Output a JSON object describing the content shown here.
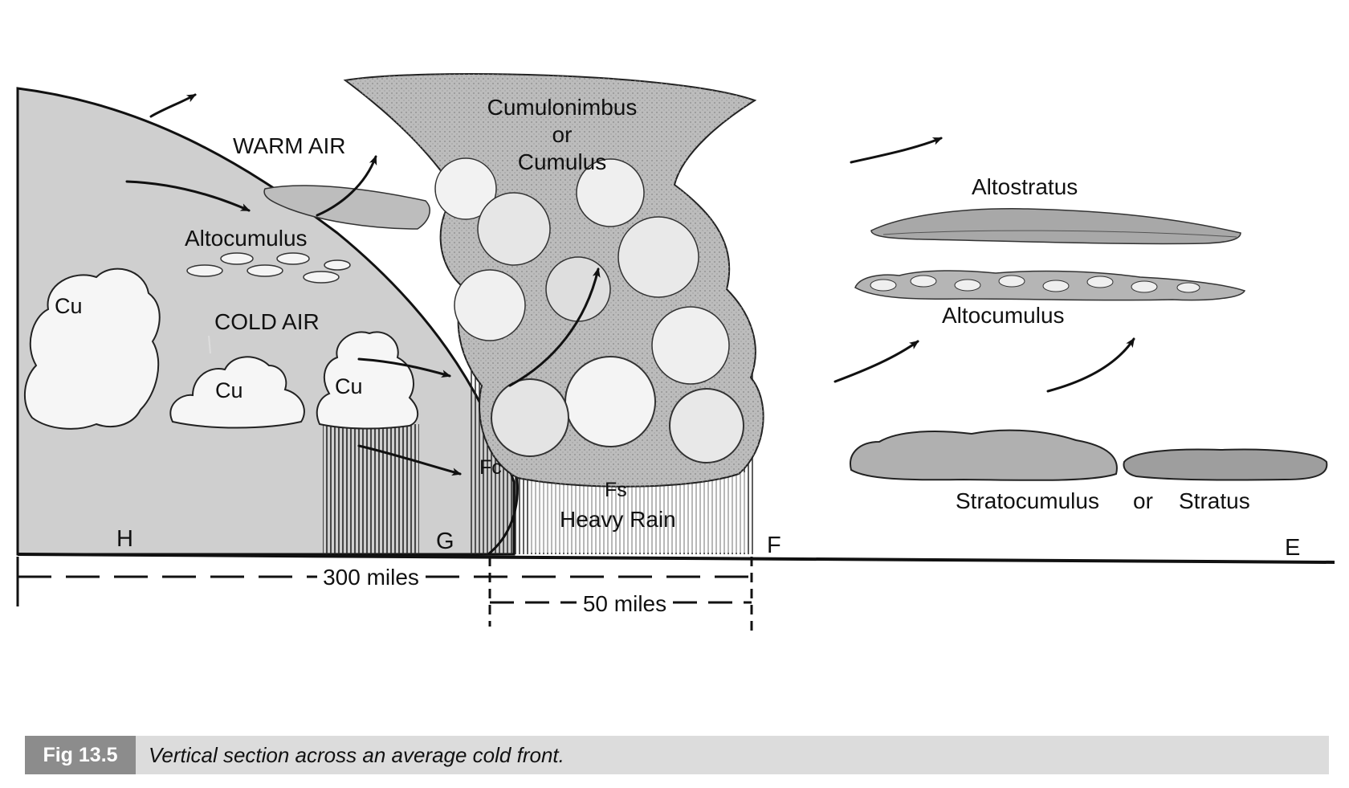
{
  "labels": {
    "warm_air": "WARM AIR",
    "cold_air": "COLD AIR",
    "altocumulus_left": "Altocumulus",
    "cumulonimbus": "Cumulonimbus",
    "or_1": "or",
    "cumulus": "Cumulus",
    "altostratus": "Altostratus",
    "altocumulus_right": "Altocumulus",
    "stratocumulus": "Stratocumulus",
    "or_2": "or",
    "stratus": "Stratus",
    "cu_1": "Cu",
    "cu_2": "Cu",
    "cu_3": "Cu",
    "fc": "Fc",
    "fs": "Fs",
    "heavy_rain": "Heavy Rain",
    "point_h": "H",
    "point_g": "G",
    "point_f": "F",
    "point_e": "E",
    "dist_300": "300 miles",
    "dist_50": "50 miles"
  },
  "caption": {
    "tag": "Fig 13.5",
    "text": "Vertical section across an average cold front."
  },
  "colors": {
    "cold_air_mass": "#cfcfcf",
    "cloud_fill": "#f4f4f4",
    "cloud_dark": "#9a9a9a",
    "caption_bar": "#dcdcdc",
    "caption_tag": "#8c8c8c",
    "ink": "#111111"
  }
}
